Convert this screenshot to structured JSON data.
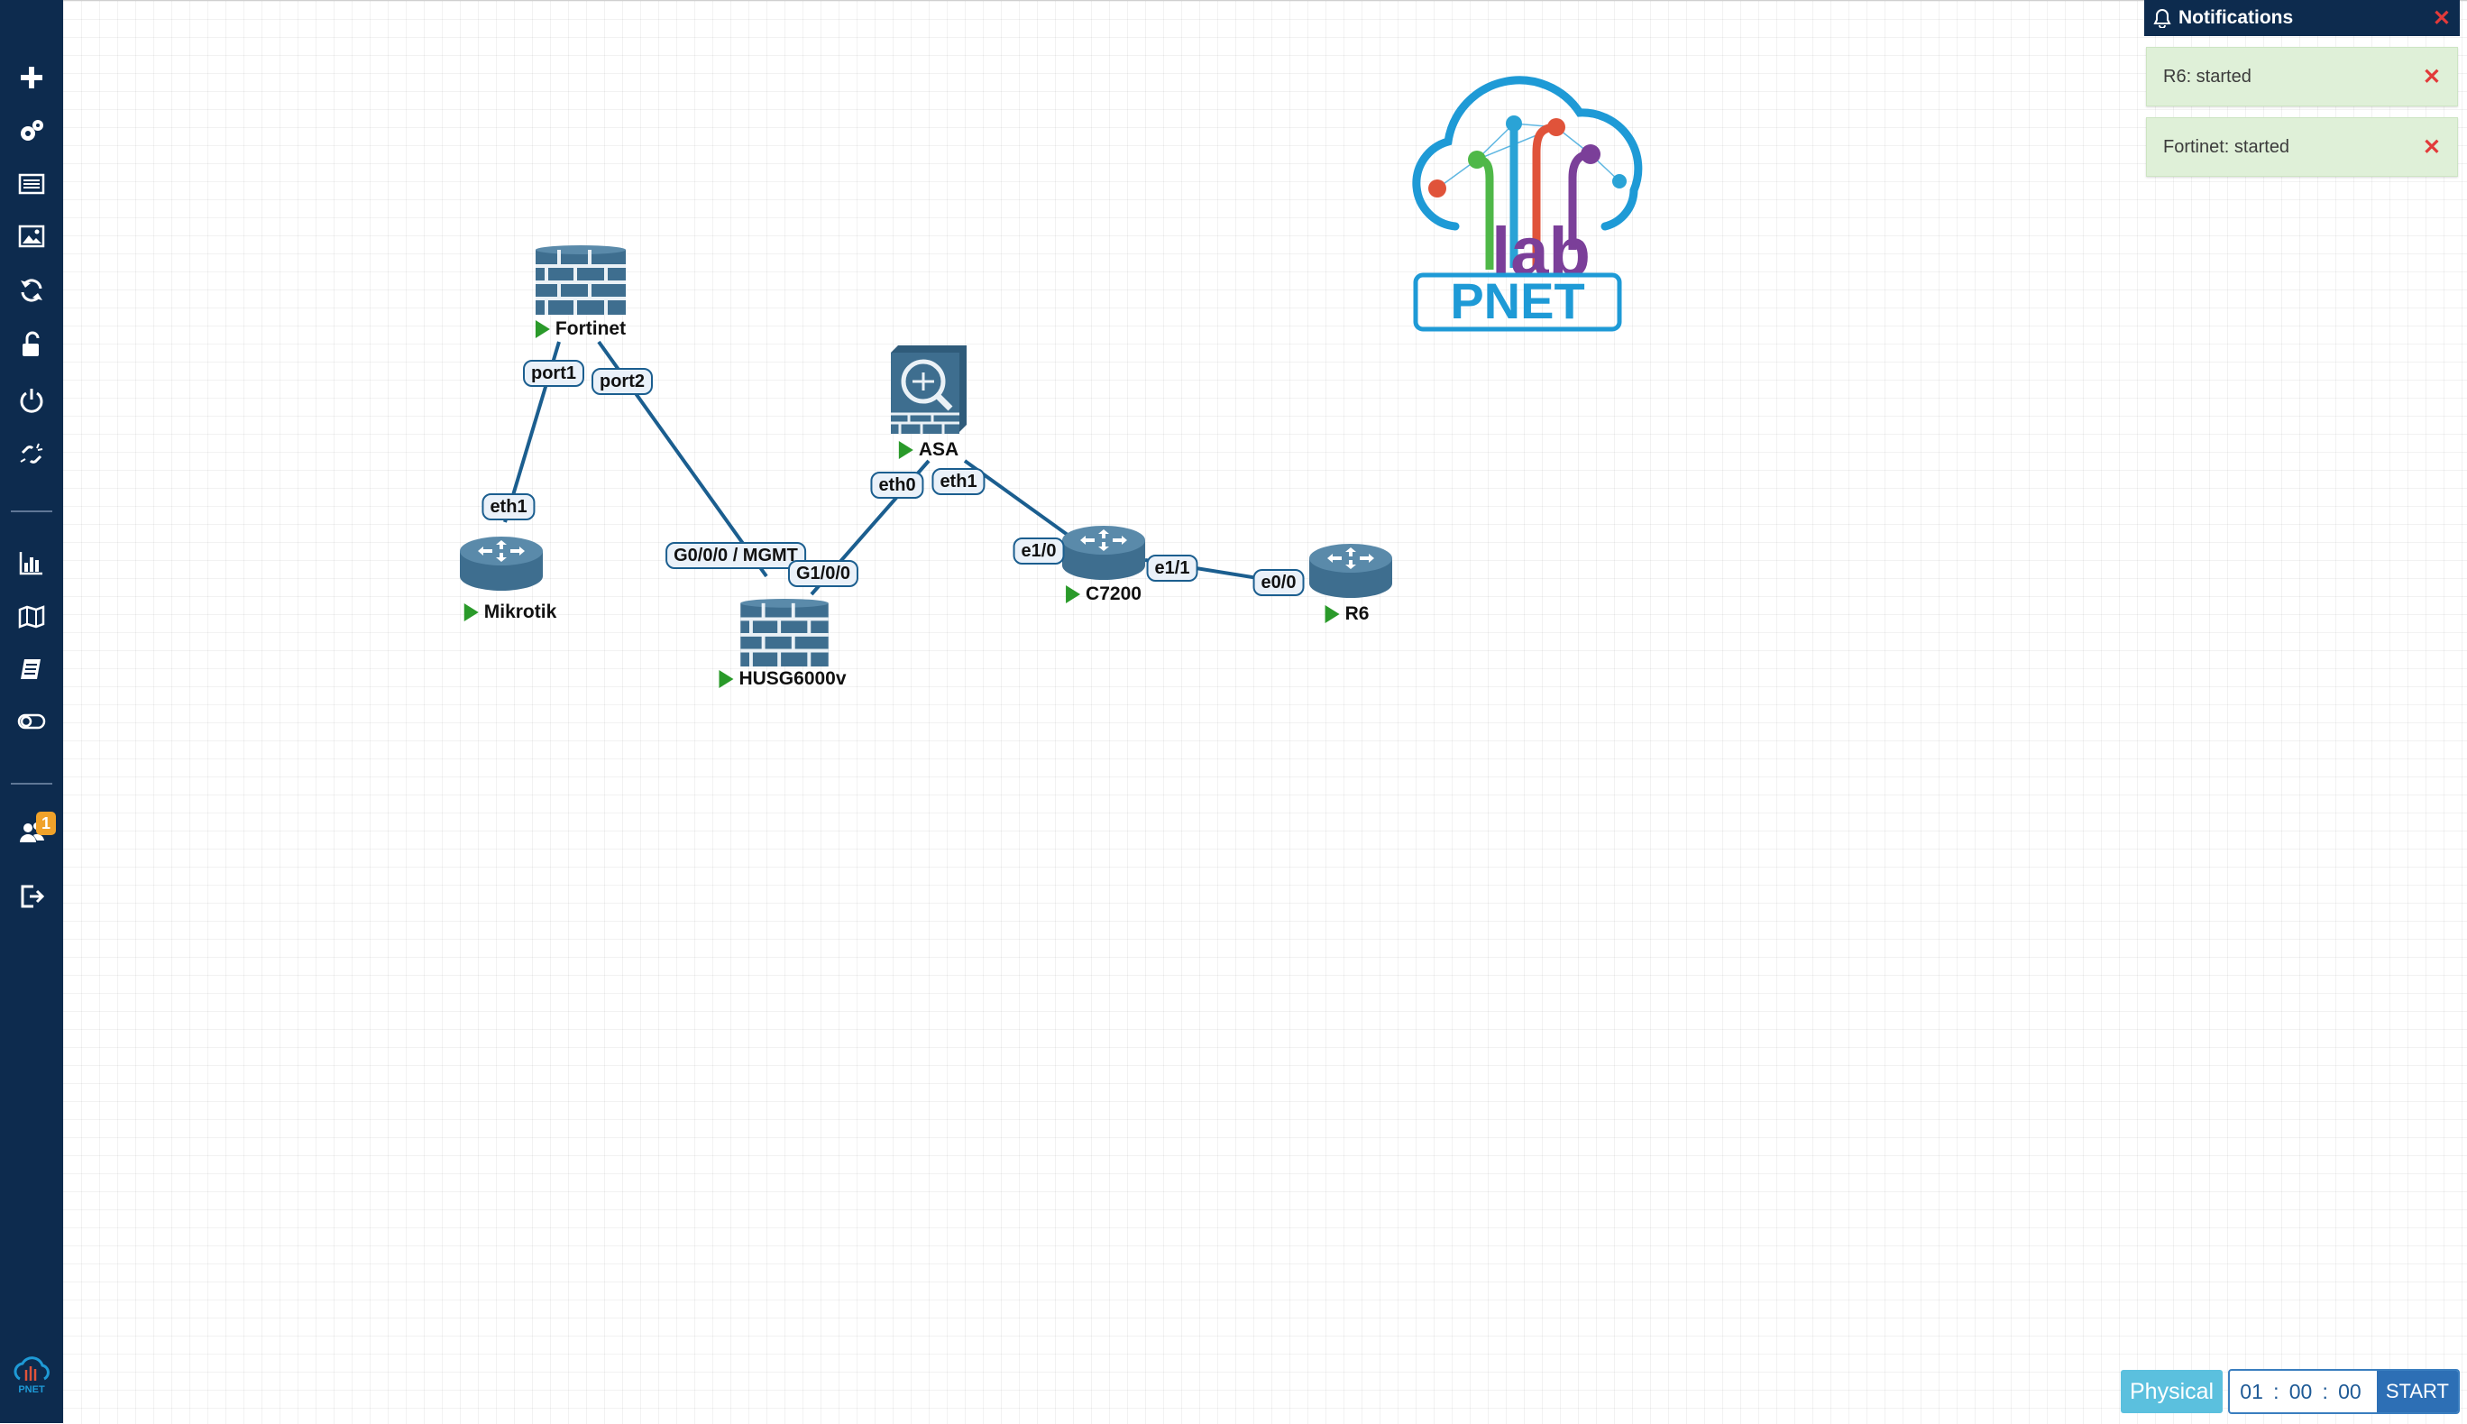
{
  "sidebar": {
    "items": [
      {
        "name": "add-object-icon"
      },
      {
        "name": "settings-gears-icon"
      },
      {
        "name": "node-list-icon"
      },
      {
        "name": "pictures-icon"
      },
      {
        "name": "refresh-icon"
      },
      {
        "name": "unlock-icon"
      },
      {
        "name": "power-icon"
      },
      {
        "name": "disconnect-links-icon"
      },
      {
        "name": "status-chart-icon"
      },
      {
        "name": "map-icon"
      },
      {
        "name": "lab-details-icon"
      },
      {
        "name": "toggle-icon"
      },
      {
        "name": "users-icon"
      },
      {
        "name": "logout-icon"
      }
    ],
    "users_badge": "1",
    "brand_logo": "PNET"
  },
  "logo": {
    "line1": "lab",
    "line2": "PNET"
  },
  "notifications": {
    "title": "Notifications",
    "items": [
      {
        "message": "R6: started"
      },
      {
        "message": "Fortinet: started"
      }
    ]
  },
  "nodes": [
    {
      "id": "fortinet",
      "label": "Fortinet",
      "type": "firewall",
      "status": "running"
    },
    {
      "id": "mikrotik",
      "label": "Mikrotik",
      "type": "router",
      "status": "running"
    },
    {
      "id": "husg",
      "label": "HUSG6000v",
      "type": "firewall",
      "status": "running"
    },
    {
      "id": "asa",
      "label": "ASA",
      "type": "asa",
      "status": "running"
    },
    {
      "id": "c7200",
      "label": "C7200",
      "type": "router",
      "status": "running"
    },
    {
      "id": "r6",
      "label": "R6",
      "type": "router",
      "status": "running"
    }
  ],
  "interfaces": {
    "fortinet_port1": "port1",
    "fortinet_port2": "port2",
    "mikrotik_eth1": "eth1",
    "husg_mgmt": "G0/0/0 / MGMT",
    "husg_g1": "G1/0/0",
    "asa_eth0": "eth0",
    "asa_eth1": "eth1",
    "c7200_e10": "e1/0",
    "c7200_e11": "e1/1",
    "r6_e00": "e0/0"
  },
  "bottom_bar": {
    "mode": "Physical",
    "timer_h": "01",
    "timer_m": "00",
    "timer_s": "00",
    "start_label": "START"
  },
  "colors": {
    "sidebar_bg": "#0d2b4e",
    "link": "#1b5e8f",
    "node_icon": "#3e6e8f",
    "running": "#2a9a2a",
    "notification_bg": "#dff0d8",
    "accent_blue": "#2d6fb5"
  }
}
